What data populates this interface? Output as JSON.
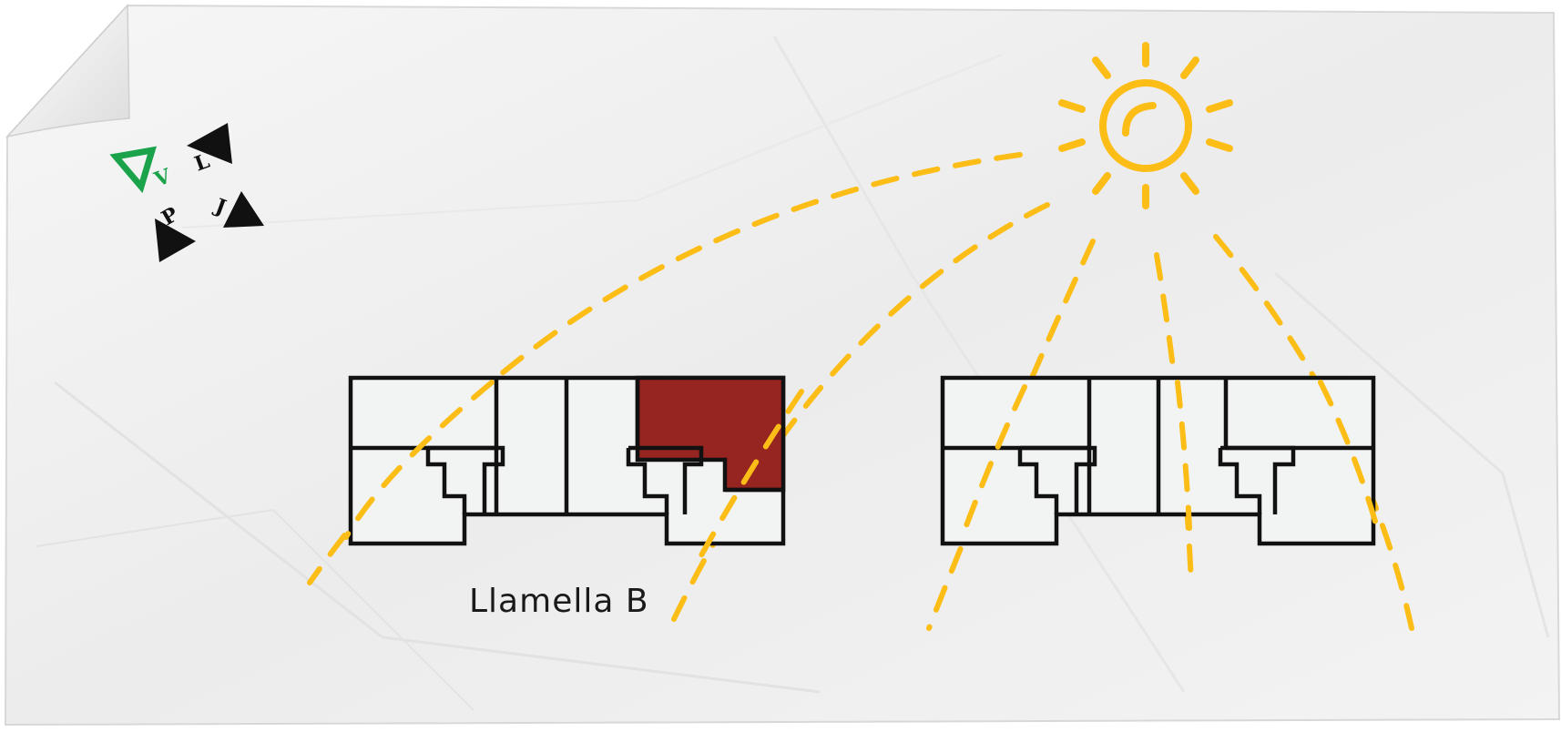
{
  "diagram": {
    "building_label": "Llamella B",
    "logo_letters": [
      "V",
      "L",
      "J",
      "P"
    ],
    "colors": {
      "paper": "#f1f2f2",
      "sun": "#fbbd16",
      "ray": "#fbbd16",
      "wall": "#111111",
      "highlight_unit": "#962421",
      "logo_green": "#1aa34a",
      "logo_black": "#111111"
    },
    "icons": [
      "sun-icon",
      "vlpj-logo-icon"
    ]
  }
}
